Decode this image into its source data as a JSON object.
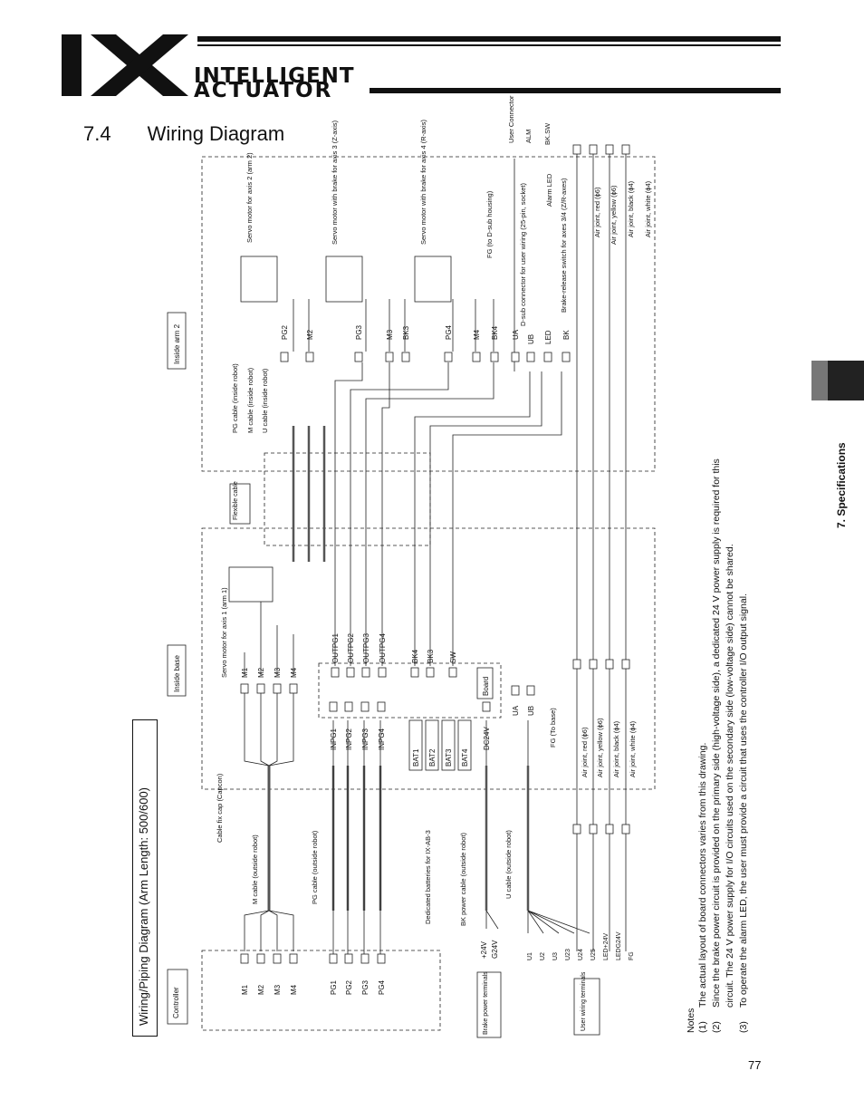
{
  "brand": {
    "mark": "IX",
    "line1": "INTELLIGENT",
    "line2": "ACTUATOR"
  },
  "section": {
    "number": "7.4",
    "title": "Wiring Diagram"
  },
  "side_tab": {
    "label": "7. Specifications"
  },
  "page_number": "77",
  "diagram": {
    "title": "Wiring/Piping Diagram (Arm Length: 500/600)",
    "regions": {
      "controller": "Controller",
      "inside_base": "Inside base",
      "inside_arm2": "Inside arm 2",
      "flexible_cable": "Flexible cable",
      "brake_power_terminals": "Brake power terminals",
      "user_wiring_terminals": "User wiring terminals",
      "board": "Board"
    },
    "controller_ports": [
      "M1",
      "M2",
      "M3",
      "M4",
      "PG1",
      "PG2",
      "PG3",
      "PG4"
    ],
    "base_m_ports": [
      "M1",
      "M2",
      "M3",
      "M4"
    ],
    "board_out_ports": [
      "OUTPG1",
      "OUTPG2",
      "OUTPG3",
      "OUTPG4",
      "BK4",
      "BK3",
      "SW"
    ],
    "board_in_ports": [
      "INPG1",
      "INPG2",
      "INPG3",
      "INPG4",
      "DC24V"
    ],
    "batteries": [
      "BAT1",
      "BAT2",
      "BAT3",
      "BAT4"
    ],
    "base_u_ports": [
      "UA",
      "UB"
    ],
    "arm_ports": [
      "PG2",
      "M2",
      "PG3",
      "M3",
      "BK3",
      "PG4",
      "M4",
      "BK4",
      "UA",
      "UB",
      "LED",
      "BK"
    ],
    "brake_power_pins": [
      "+24V",
      "G24V"
    ],
    "user_pins": [
      "U1",
      "U2",
      "U3",
      "U23",
      "U24",
      "U25",
      "LED+24V",
      "LEDG24V",
      "FG"
    ],
    "labels": {
      "servo_axis1": "Servo motor for axis 1 (arm 1)",
      "servo_axis2": "Servo motor for axis 2 (arm 2)",
      "servo_axis3": "Servo motor with brake for axis 3 (Z-axis)",
      "servo_axis4": "Servo motor with brake for axis 4 (R-axis)",
      "cable_fix_cap": "Cable fix cap (Capcon)",
      "m_cable_outside": "M cable (outside robot)",
      "pg_cable_outside": "PG cable (outside robot)",
      "dedicated_batteries": "Dedicated batteries for IX-AB-3",
      "bk_power_cable": "BK power cable (outside robot)",
      "u_cable_outside": "U cable (outside robot)",
      "fg_to_base": "FG (To base)",
      "pg_cable_inside": "PG cable (inside robot)",
      "m_cable_inside": "M cable (inside robot)",
      "u_cable_inside": "U cable (inside robot)",
      "fg_to_dsub": "FG (to D-sub housing)",
      "dsub_connector": "D-sub connector for user wiring (25-pin, socket)",
      "alarm_led": "Alarm LED",
      "brake_release": "Brake-release switch for axes 3/4 (Z/R-axes)",
      "user_connector": "User Connector",
      "alm": "ALM",
      "bksw": "BK.SW",
      "air_red": "Air joint, red (ϕ6)",
      "air_yellow": "Air joint, yellow (ϕ6)",
      "air_black": "Air joint, black (ϕ4)",
      "air_white": "Air joint, white (ϕ4)"
    }
  },
  "notes": {
    "heading": "Notes",
    "items": [
      {
        "num": "(1)",
        "lines": [
          "The actual layout of board connectors varies from this drawing."
        ]
      },
      {
        "num": "(2)",
        "lines": [
          "Since the brake power circuit is provided on the primary side (high-voltage side), a dedicated 24 V power supply is required for this",
          "circuit. The 24 V power supply for I/O circuits used on the secondary side (low-voltage side) cannot be shared."
        ]
      },
      {
        "num": "(3)",
        "lines": [
          "To operate the alarm LED, the user must provide a circuit that uses the controller I/O output signal."
        ]
      }
    ]
  }
}
